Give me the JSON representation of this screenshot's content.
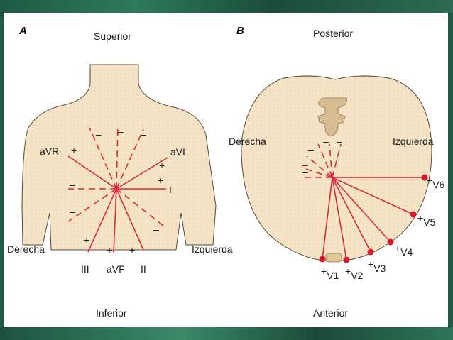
{
  "panel_a": {
    "letter": "A",
    "top_label": "Superior",
    "bottom_label": "Inferior",
    "left_label": "Derecha",
    "right_label": "Izquierda",
    "leads": {
      "avr": "aVR",
      "avl": "aVL",
      "i": "I",
      "iii": "III",
      "avf": "aVF",
      "ii": "II"
    }
  },
  "panel_b": {
    "letter": "B",
    "top_label": "Posterior",
    "bottom_label": "Anterior",
    "left_label": "Derecha",
    "right_label": "Izquierda",
    "precordial": [
      "V1",
      "V2",
      "V3",
      "V4",
      "V5",
      "V6"
    ]
  },
  "colors": {
    "skin": "#f5e3c6",
    "lead_line": "#d92b3a",
    "electrode": "#d9182e",
    "spine": "#e7d2ad",
    "frame": "#1e5a45"
  }
}
